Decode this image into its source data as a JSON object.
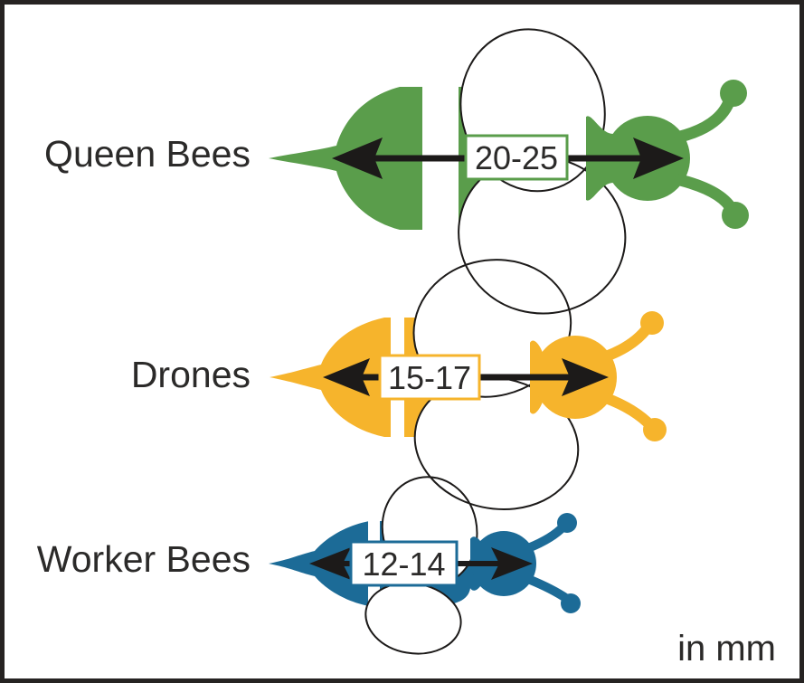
{
  "diagram": {
    "unit_label": "in mm",
    "rows": [
      {
        "id": "queen",
        "label": "Queen Bees",
        "range_label": "20-25",
        "min_mm": 20,
        "max_mm": 25,
        "color": "#5A9D4B"
      },
      {
        "id": "drone",
        "label": "Drones",
        "range_label": "15-17",
        "min_mm": 15,
        "max_mm": 17,
        "color": "#F6B42C"
      },
      {
        "id": "worker",
        "label": "Worker Bees",
        "range_label": "12-14",
        "min_mm": 12,
        "max_mm": 14,
        "color": "#1C6B97"
      }
    ],
    "colors": {
      "background": "#FFFFFF",
      "frame": "#262322",
      "text": "#2B2A29",
      "arrow": "#1C1A19",
      "wing_fill": "#FFFFFF",
      "wing_stroke": "#1C1A19",
      "box_fill": "#FFFFFF"
    }
  }
}
